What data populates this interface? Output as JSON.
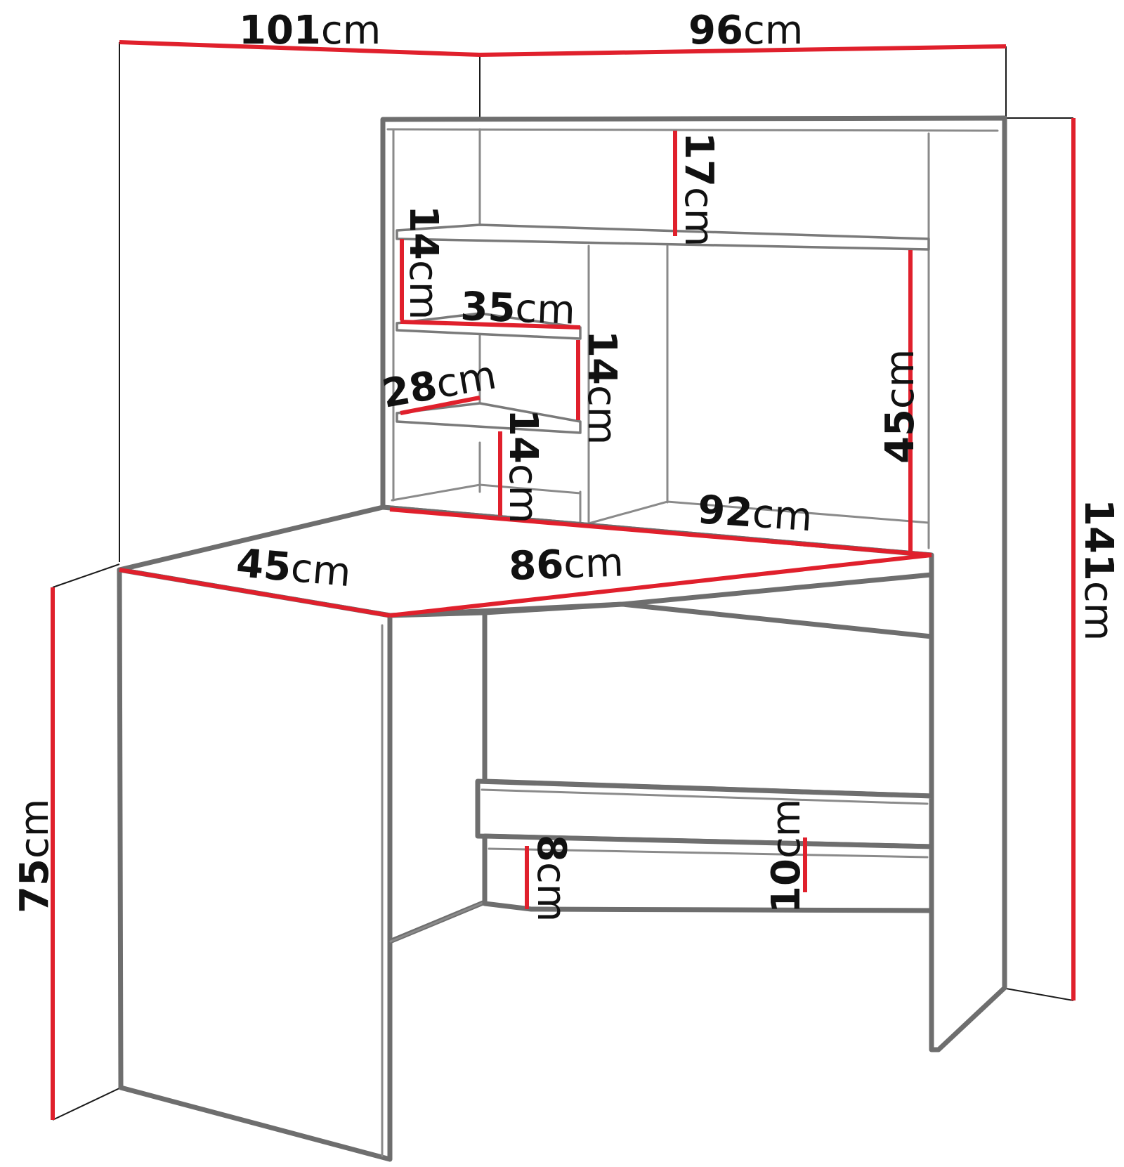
{
  "diagram": {
    "colors": {
      "outline": "#6e6e6e",
      "dimension": "#e0202c",
      "text": "#111111"
    },
    "unit": "cm",
    "dimensions": {
      "top_left_width": "101",
      "top_right_width": "96",
      "total_height": "141",
      "desk_height": "75",
      "top_shelf_gap": "17",
      "shelf_gap_left": "14",
      "shelf_depth_35": "35",
      "shelf_gap_middle": "14",
      "shelf_depth_28": "28",
      "shelf_gap_bottom": "14",
      "upper_compartment_height": "45",
      "desk_back_width": "92",
      "desk_side_depth": "45",
      "desk_front_width": "86",
      "lower_rail_height": "8",
      "rail_height": "10"
    }
  }
}
